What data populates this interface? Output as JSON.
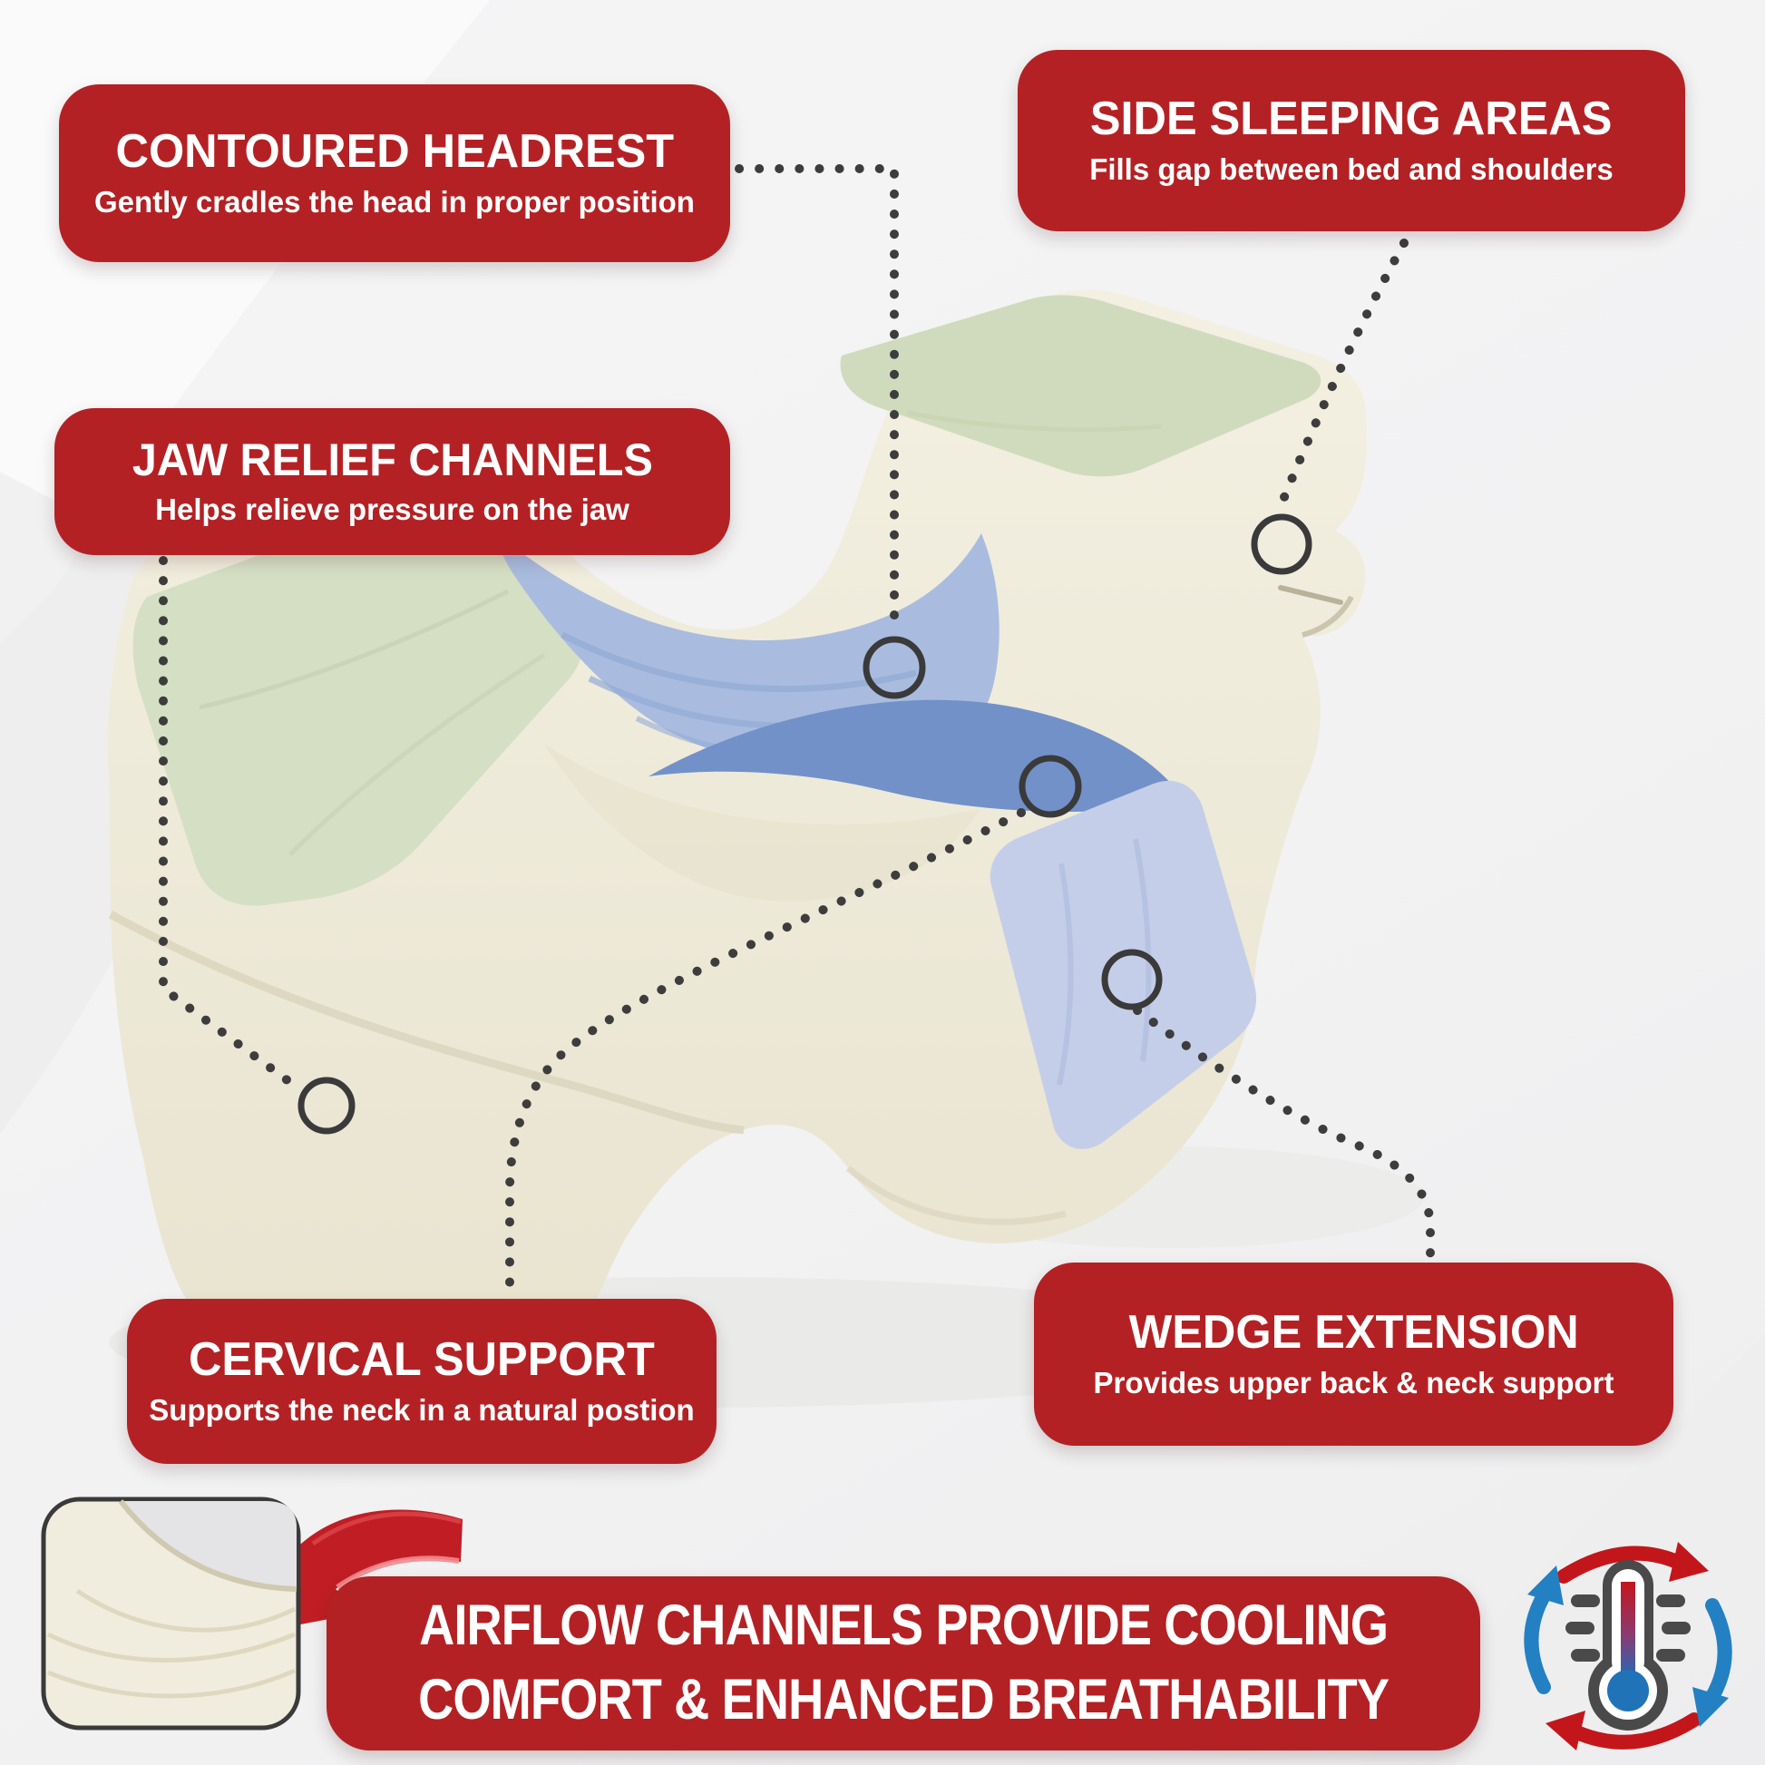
{
  "figure": {
    "kind": "product-feature-infographic",
    "subject": "contoured cervical memory-foam pillow"
  },
  "colors": {
    "callout_red": "#b42124",
    "text_white": "#ffffff",
    "dot_gray": "#3d3d3d",
    "pillow_cream": "#efebda",
    "zone_green": "#d3dec2",
    "zone_headrest_blue": "#a9bcdf",
    "zone_cervical_blue": "#7291c8",
    "zone_wedge_blue": "#c5cee8",
    "icon_red": "#c3161b",
    "icon_blue": "#2380c3",
    "background": "#f2f2f3"
  },
  "callouts": [
    {
      "id": "contoured-headrest",
      "title": "CONTOURED HEADREST",
      "subtitle": "Gently cradles the head in proper position"
    },
    {
      "id": "side-sleeping-areas",
      "title": "SIDE SLEEPING AREAS",
      "subtitle": "Fills gap between bed and shoulders"
    },
    {
      "id": "jaw-relief-channels",
      "title": "JAW RELIEF CHANNELS",
      "subtitle": "Helps relieve pressure on the jaw"
    },
    {
      "id": "cervical-support",
      "title": "CERVICAL SUPPORT",
      "subtitle": "Supports the neck in a natural postion"
    },
    {
      "id": "wedge-extension",
      "title": "WEDGE EXTENSION",
      "subtitle": "Provides upper back & neck support"
    }
  ],
  "banner": {
    "line1": "AIRFLOW CHANNELS PROVIDE COOLING",
    "line2": "COMFORT & ENHANCED BREATHABILITY"
  },
  "icons": [
    {
      "name": "airflow-detail-inset",
      "meaning": "close-up of wavy airflow foam channels"
    },
    {
      "name": "red-callout-arrow",
      "meaning": "3D arrow pointing to airflow channel detail"
    },
    {
      "name": "cooling-thermometer-icon",
      "meaning": "thermometer with circulating hot/cold arrows"
    }
  ],
  "markers": [
    {
      "id": "marker-contoured-headrest"
    },
    {
      "id": "marker-side-sleeping-areas"
    },
    {
      "id": "marker-jaw-relief-channels"
    },
    {
      "id": "marker-cervical-support"
    },
    {
      "id": "marker-wedge-extension"
    }
  ]
}
